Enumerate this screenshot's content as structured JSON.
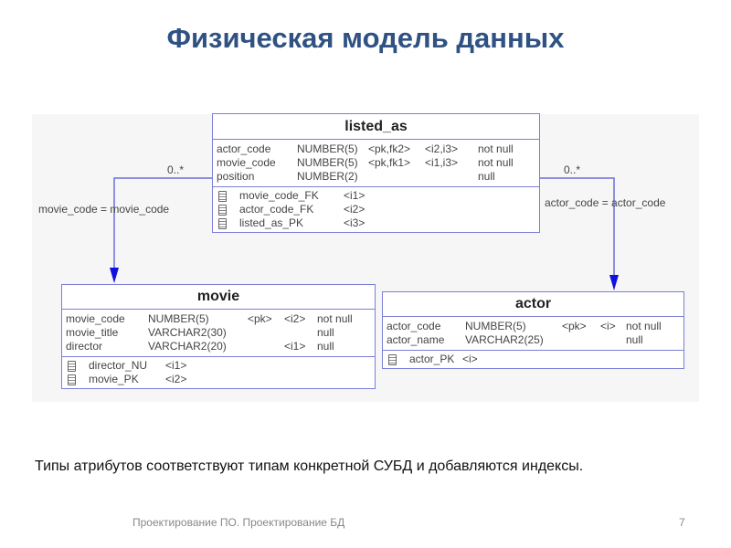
{
  "title": "Физическая модель данных",
  "diagram": {
    "listed_as": {
      "name": "listed_as",
      "columns": [
        {
          "name": "actor_code",
          "type": "NUMBER(5)",
          "key": "<pk,fk2>",
          "index": "<i2,i3>",
          "null": "not null"
        },
        {
          "name": "movie_code",
          "type": "NUMBER(5)",
          "key": "<pk,fk1>",
          "index": "<i1,i3>",
          "null": "not null"
        },
        {
          "name": "position",
          "type": "NUMBER(2)",
          "key": "",
          "index": "",
          "null": "null"
        }
      ],
      "indexes": [
        {
          "name": "movie_code_FK",
          "tag": "<i1>"
        },
        {
          "name": "actor_code_FK",
          "tag": "<i2>"
        },
        {
          "name": "listed_as_PK",
          "tag": "<i3>"
        }
      ]
    },
    "movie": {
      "name": "movie",
      "columns": [
        {
          "name": "movie_code",
          "type": "NUMBER(5)",
          "key": "<pk>",
          "index": "<i2>",
          "null": "not null"
        },
        {
          "name": "movie_title",
          "type": "VARCHAR2(30)",
          "key": "",
          "index": "",
          "null": "null"
        },
        {
          "name": "director",
          "type": "VARCHAR2(20)",
          "key": "",
          "index": "<i1>",
          "null": "null"
        }
      ],
      "indexes": [
        {
          "name": "director_NU",
          "tag": "<i1>"
        },
        {
          "name": "movie_PK",
          "tag": "<i2>"
        }
      ]
    },
    "actor": {
      "name": "actor",
      "columns": [
        {
          "name": "actor_code",
          "type": "NUMBER(5)",
          "key": "<pk>",
          "index": "<i>",
          "null": "not null"
        },
        {
          "name": "actor_name",
          "type": "VARCHAR2(25)",
          "key": "",
          "index": "",
          "null": "null"
        }
      ],
      "indexes": [
        {
          "name": "actor_PK",
          "tag": "<i>"
        }
      ]
    },
    "rel_left": {
      "cardinality": "0..*",
      "label": "movie_code = movie_code"
    },
    "rel_right": {
      "cardinality": "0..*",
      "label": "actor_code = actor_code"
    }
  },
  "body_text": "Типы атрибутов соответствуют типам конкретной СУБД и добавляются индексы.",
  "footer": "Проектирование ПО. Проектирование БД",
  "page_number": "7"
}
